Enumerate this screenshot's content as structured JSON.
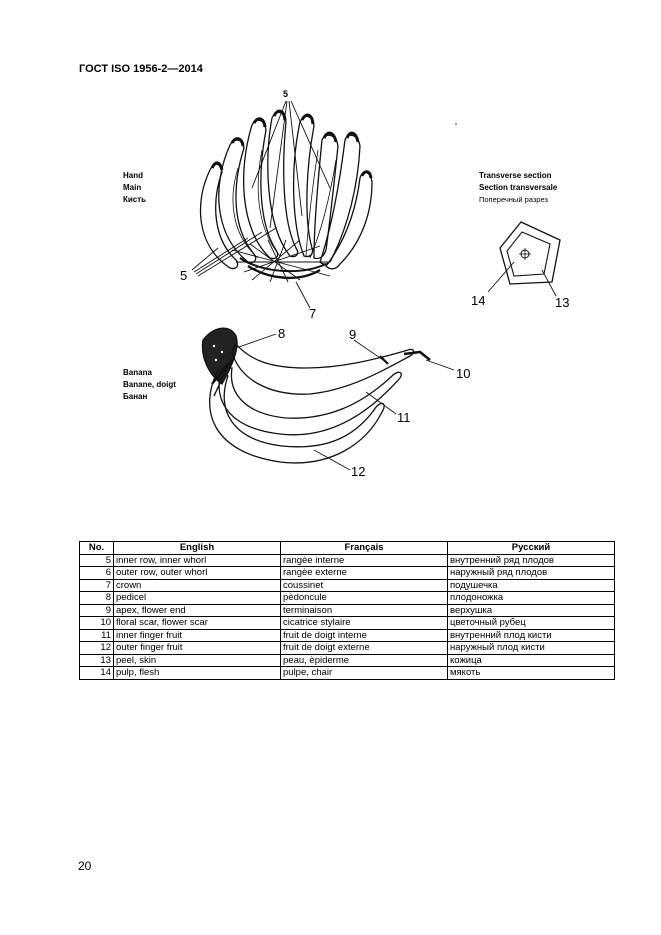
{
  "header": {
    "standard": "ГОСТ ISO 1956-2—2014"
  },
  "figure": {
    "hand_label": [
      "Hand",
      "Main",
      "Кисть"
    ],
    "section_label": [
      "Transverse section",
      "Section transversale",
      "Поперечный разрез"
    ],
    "banana_label": [
      "Banana",
      "Banane, doigt",
      "Банан"
    ],
    "callouts": {
      "n5_top": "5",
      "n5_left": "5",
      "n7": "7",
      "n8": "8",
      "n9": "9",
      "n10": "10",
      "n11": "11",
      "n12": "12",
      "n13": "13",
      "n14": "14"
    }
  },
  "table": {
    "headers": [
      "No.",
      "English",
      "Français",
      "Русский"
    ],
    "rows": [
      [
        "5",
        "inner row, inner whorl",
        "rangèe interne",
        "внутренний ряд плодов"
      ],
      [
        "6",
        "outer row, outer whorl",
        "rangèe externe",
        "наружный ряд плодов"
      ],
      [
        "7",
        "crown",
        "coussinet",
        "подушечка"
      ],
      [
        "8",
        "pedicel",
        "pèdoncule",
        "плодоножка"
      ],
      [
        "9",
        "apex, flower end",
        "terminaison",
        "верхушка"
      ],
      [
        "10",
        "floral scar, flower scar",
        "cicatrice stylaire",
        "цветочный рубец"
      ],
      [
        "11",
        "inner finger fruit",
        "fruit de doigt interne",
        "внутренний плод кисти"
      ],
      [
        "12",
        "outer finger fruit",
        "fruit de doigt externe",
        "наружный плод кисти"
      ],
      [
        "13",
        "peel, skin",
        "peau, èpiderme",
        "кожица"
      ],
      [
        "14",
        "pulp, flesh",
        "pulpe, chair",
        "мякоть"
      ]
    ]
  },
  "page_number": "20"
}
